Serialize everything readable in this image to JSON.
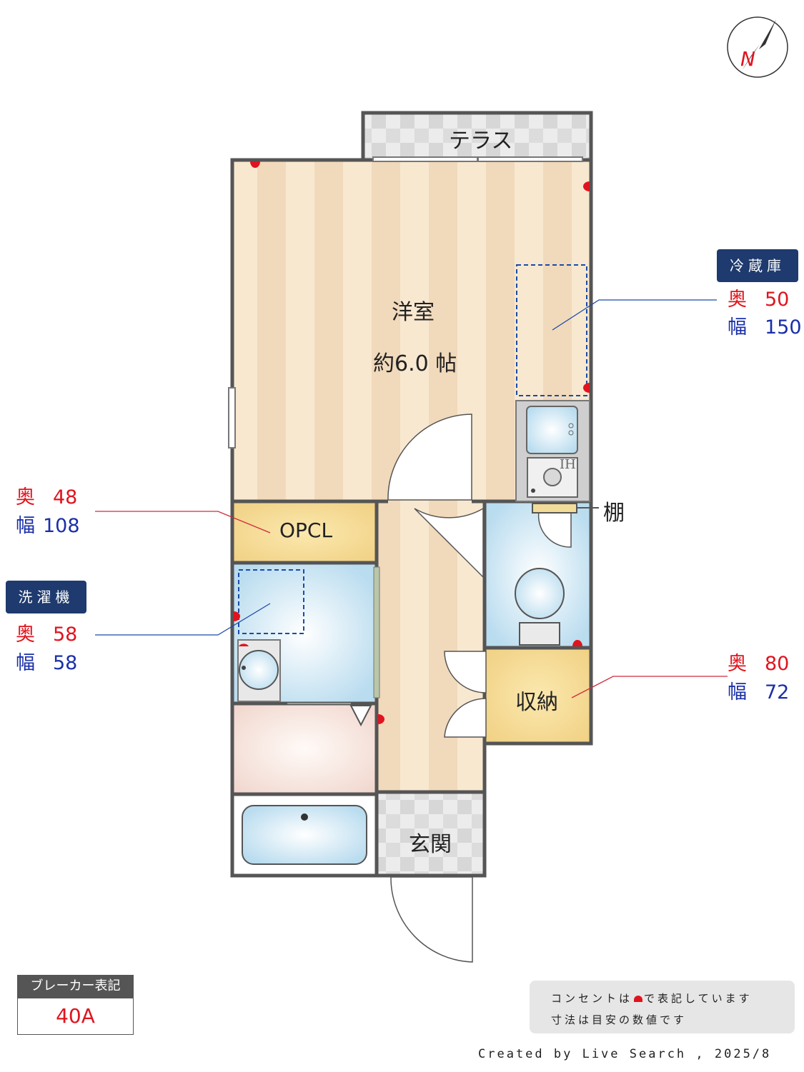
{
  "compass": {
    "label": "N"
  },
  "rooms": {
    "terrace": "テラス",
    "western_room": "洋室",
    "western_room_size": "約6.0 帖",
    "closet": "OPCL",
    "shelf": "棚",
    "storage": "収納",
    "entrance": "玄関",
    "kitchen_ih": "IH"
  },
  "refrigerator": {
    "tag": "冷蔵庫",
    "depth_label": "奥",
    "depth": "50",
    "width_label": "幅",
    "width": "150"
  },
  "closet_dims": {
    "depth_label": "奥",
    "depth": "48",
    "width_label": "幅",
    "width": "108"
  },
  "washer": {
    "tag": "洗濯機",
    "depth_label": "奥",
    "depth": "58",
    "width_label": "幅",
    "width": "58"
  },
  "storage_dims": {
    "depth_label": "奥",
    "depth": "80",
    "width_label": "幅",
    "width": "72"
  },
  "breaker": {
    "title": "ブレーカー表記",
    "value": "40A"
  },
  "note": {
    "line1_pre": "コンセントは",
    "line1_post": "で表記しています",
    "line2": "寸法は目安の数値です"
  },
  "credit": "Created by Live Search , 2025/8",
  "colors": {
    "outlet": "#e0141e",
    "tag_bg": "#1e3a6e",
    "depth_text": "#e0141e",
    "width_text": "#1a2fa8"
  }
}
